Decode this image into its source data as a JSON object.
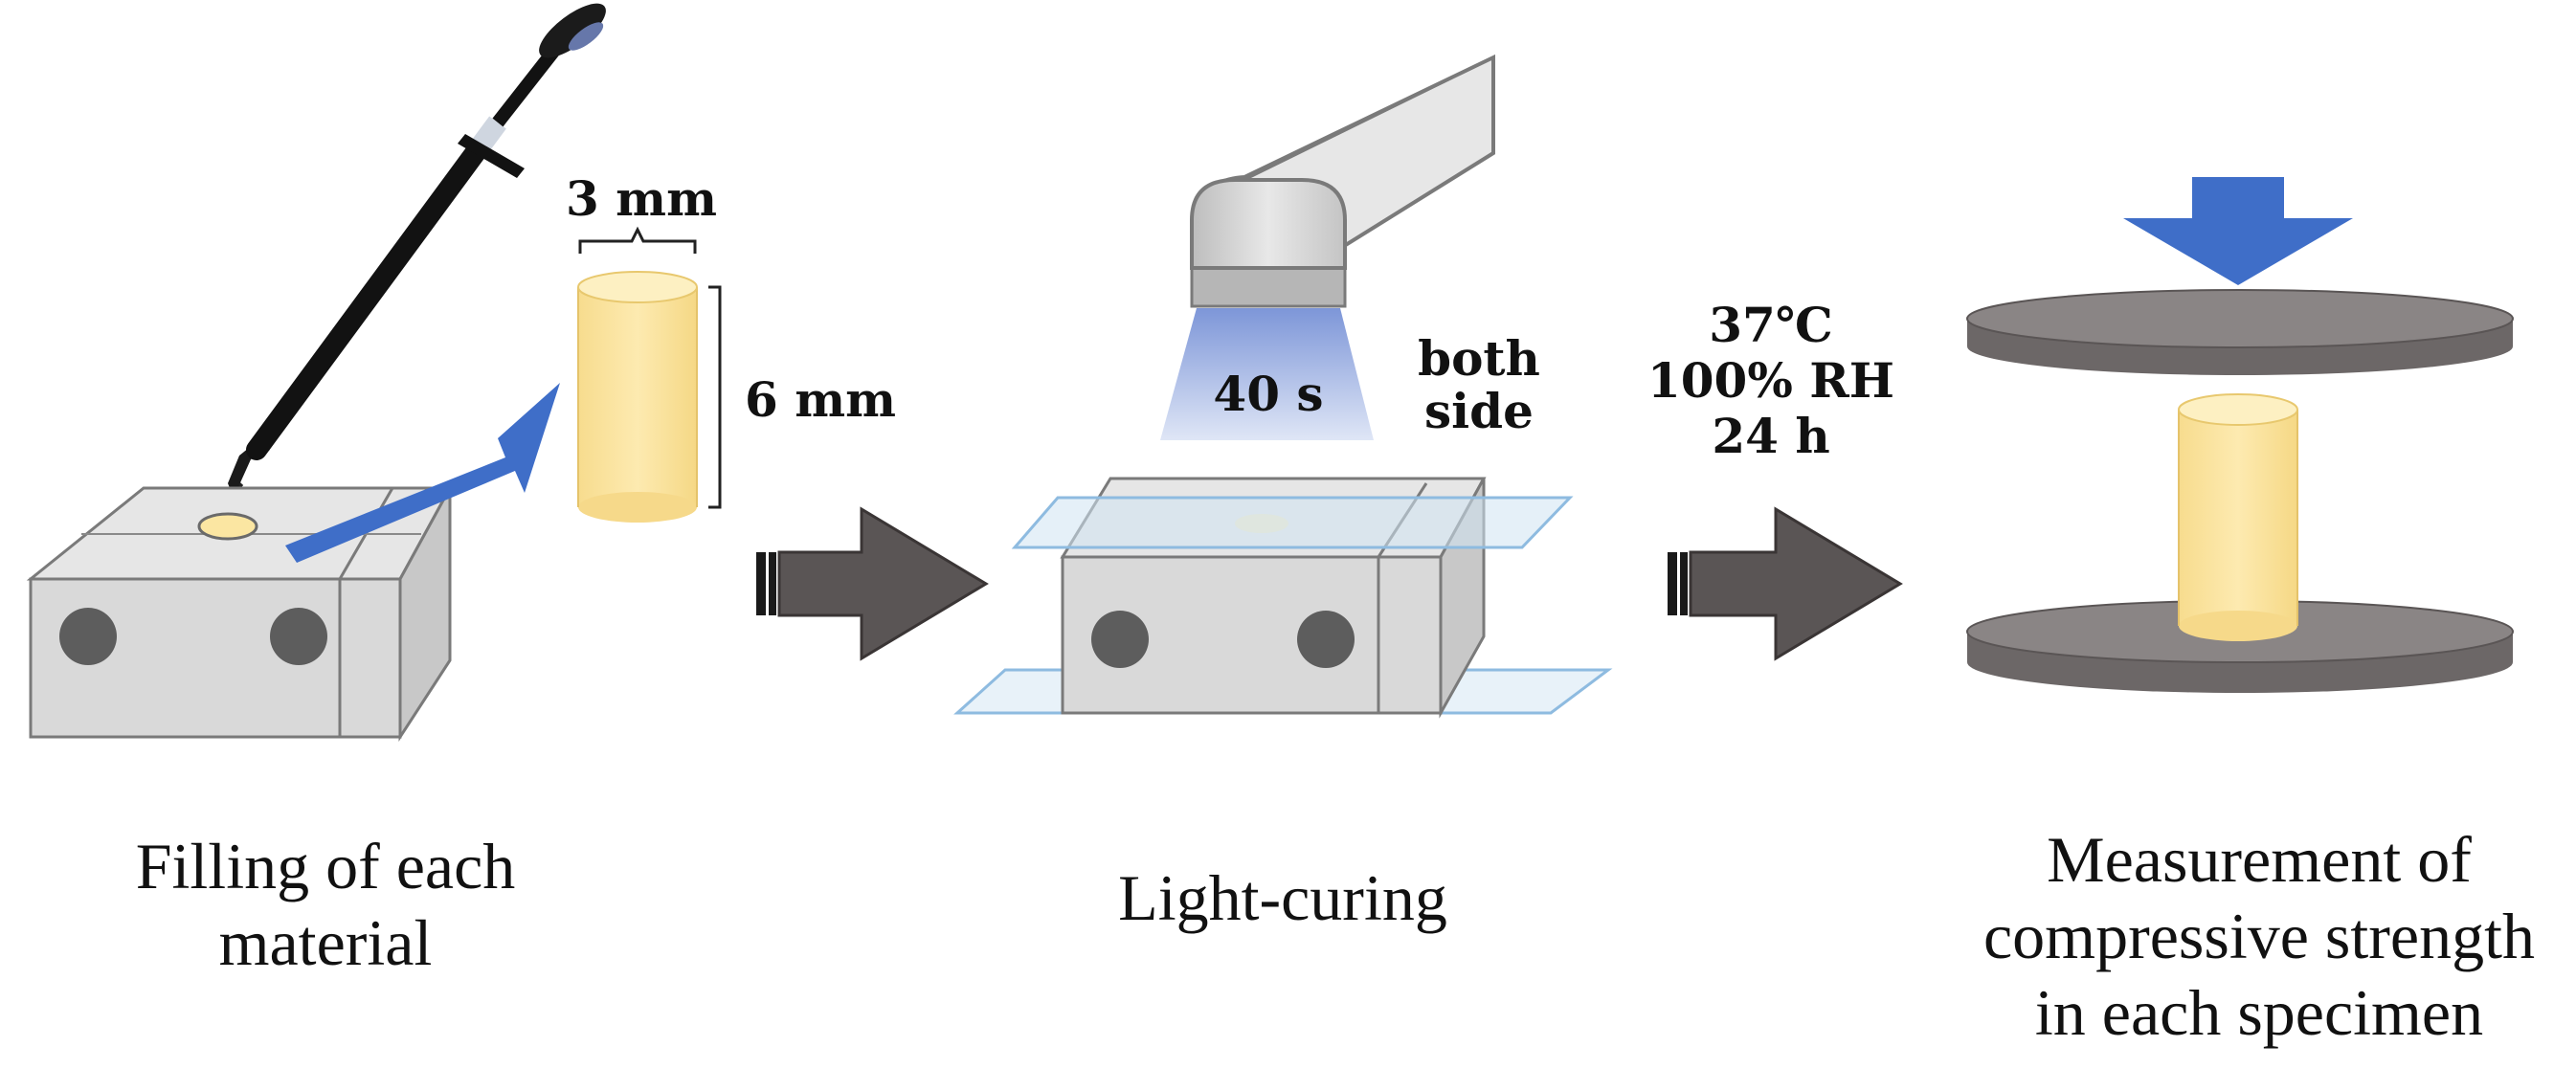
{
  "steps": [
    {
      "caption_line1": "Filling of each",
      "caption_line2": "material"
    },
    {
      "caption_line1": "Light-curing"
    },
    {
      "caption_line1": "Measurement of",
      "caption_line2": "compressive strength",
      "caption_line3": "in each specimen"
    }
  ],
  "dimensions": {
    "diameter": "3 mm",
    "height": "6 mm"
  },
  "curing": {
    "time": "40 s",
    "side_line1": "both",
    "side_line2": "side"
  },
  "storage": {
    "temp": "37℃",
    "humidity": "100% RH",
    "duration": "24 h"
  },
  "colors": {
    "mold_face": "#d9d9d9",
    "mold_top": "#e6e6e6",
    "mold_side": "#c8c8c8",
    "specimen": "#fbe6a2",
    "arrow_blue": "#3f6ec8",
    "process_arrow": "#5a5555",
    "plate": "#8a8585"
  }
}
